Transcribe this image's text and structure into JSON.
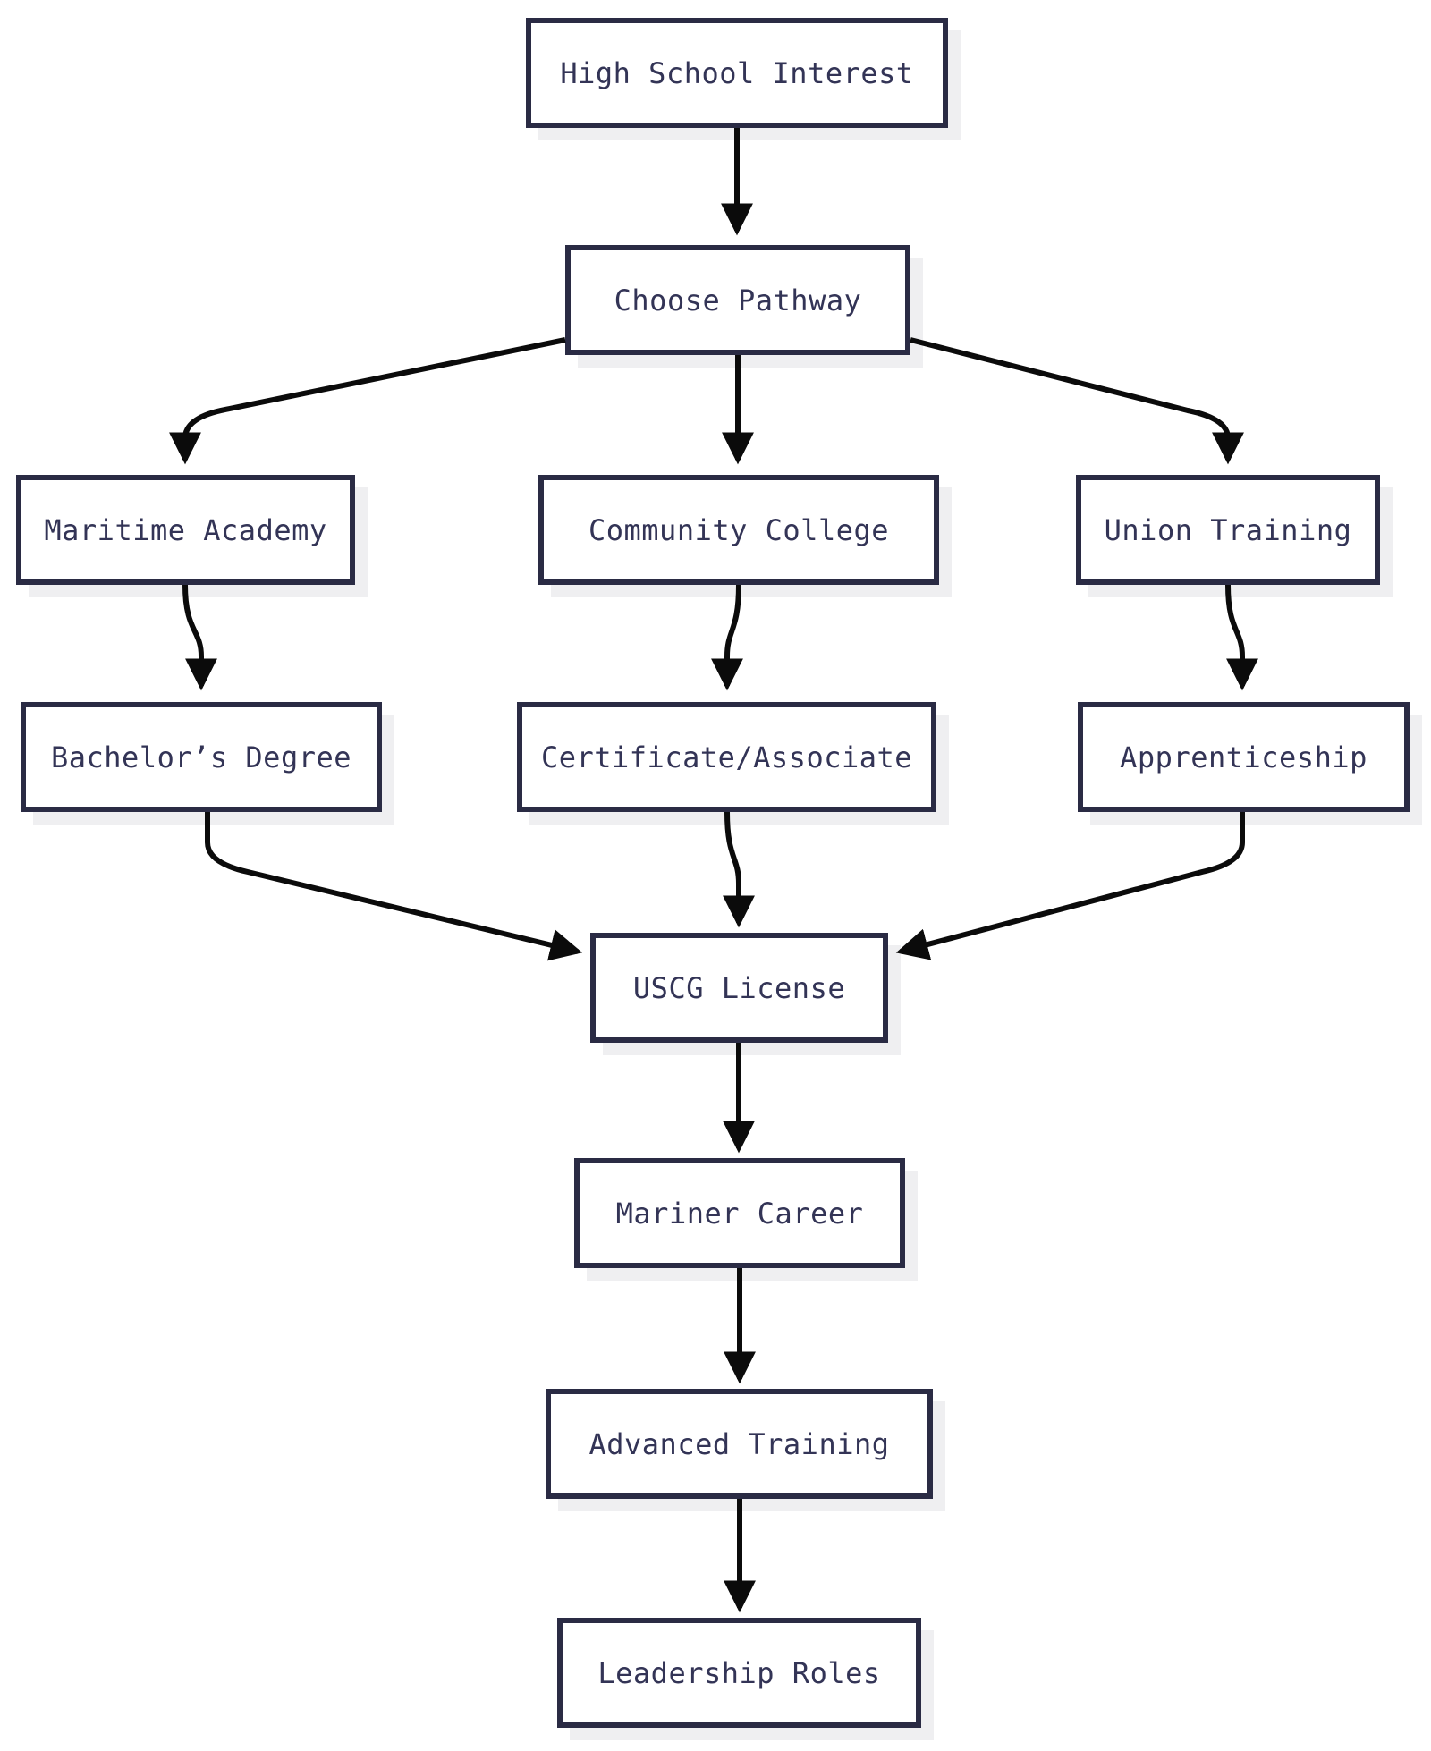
{
  "diagram": {
    "type": "flowchart",
    "direction": "top-down",
    "nodes": {
      "hs": {
        "label": "High School Interest"
      },
      "choose": {
        "label": "Choose Pathway"
      },
      "academy": {
        "label": "Maritime Academy"
      },
      "college": {
        "label": "Community College"
      },
      "union": {
        "label": "Union Training"
      },
      "bachelor": {
        "label": "Bachelor’s Degree"
      },
      "cert": {
        "label": "Certificate/Associate"
      },
      "apprentice": {
        "label": "Apprenticeship"
      },
      "uscg": {
        "label": "USCG License"
      },
      "career": {
        "label": "Mariner Career"
      },
      "advanced": {
        "label": "Advanced Training"
      },
      "leadership": {
        "label": "Leadership Roles"
      }
    },
    "edges": [
      {
        "from": "High School Interest",
        "to": "Choose Pathway"
      },
      {
        "from": "Choose Pathway",
        "to": "Maritime Academy"
      },
      {
        "from": "Choose Pathway",
        "to": "Community College"
      },
      {
        "from": "Choose Pathway",
        "to": "Union Training"
      },
      {
        "from": "Maritime Academy",
        "to": "Bachelor’s Degree"
      },
      {
        "from": "Community College",
        "to": "Certificate/Associate"
      },
      {
        "from": "Union Training",
        "to": "Apprenticeship"
      },
      {
        "from": "Bachelor’s Degree",
        "to": "USCG License"
      },
      {
        "from": "Certificate/Associate",
        "to": "USCG License"
      },
      {
        "from": "Apprenticeship",
        "to": "USCG License"
      },
      {
        "from": "USCG License",
        "to": "Mariner Career"
      },
      {
        "from": "Mariner Career",
        "to": "Advanced Training"
      },
      {
        "from": "Advanced Training",
        "to": "Leadership Roles"
      }
    ],
    "colors": {
      "node_border": "#2a2b44",
      "node_fill": "#ffffff",
      "node_text": "#333456",
      "node_shadow": "#efeff1",
      "arrow": "#0b0b0b",
      "background": "#ffffff"
    }
  }
}
